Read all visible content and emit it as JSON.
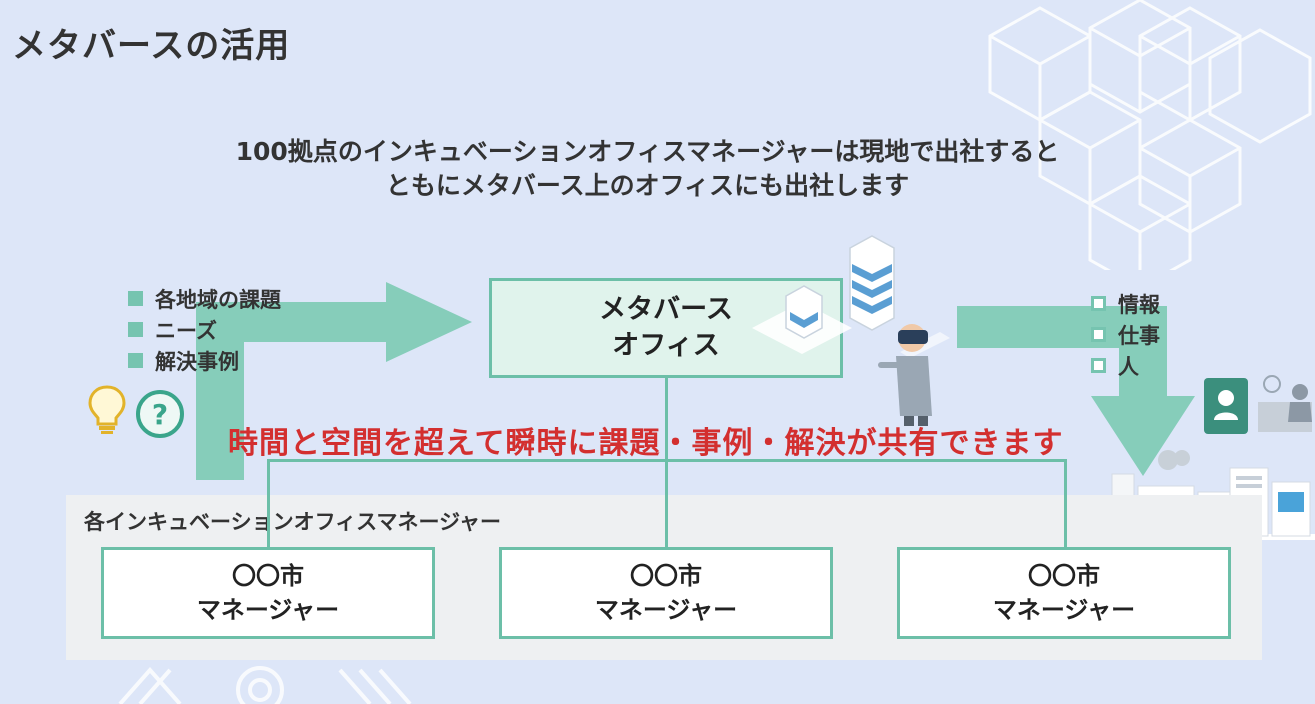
{
  "title": "メタバースの活用",
  "subtitle": {
    "line1": "100拠点のインキュベーションオフィスマネージャーは現地で出社すると",
    "line2": "ともにメタバース上のオフィスにも出社します"
  },
  "left_bullets": [
    "各地域の課題",
    "ニーズ",
    "解決事例"
  ],
  "center_box": {
    "line1": "メタバース",
    "line2": "オフィス"
  },
  "right_bullets": [
    "情報",
    "仕事",
    "人"
  ],
  "highlight": "時間と空間を超えて瞬時に課題・事例・解決が共有できます",
  "panel_label": "各インキュベーションオフィスマネージャー",
  "managers": [
    {
      "city": "〇〇市",
      "role": "マネージャー"
    },
    {
      "city": "〇〇市",
      "role": "マネージャー"
    },
    {
      "city": "〇〇市",
      "role": "マネージャー"
    }
  ],
  "icons": {
    "help": "?"
  },
  "colors": {
    "accent": "#6cbfa8",
    "highlight": "#d32f2f",
    "background": "#dde6f8"
  }
}
